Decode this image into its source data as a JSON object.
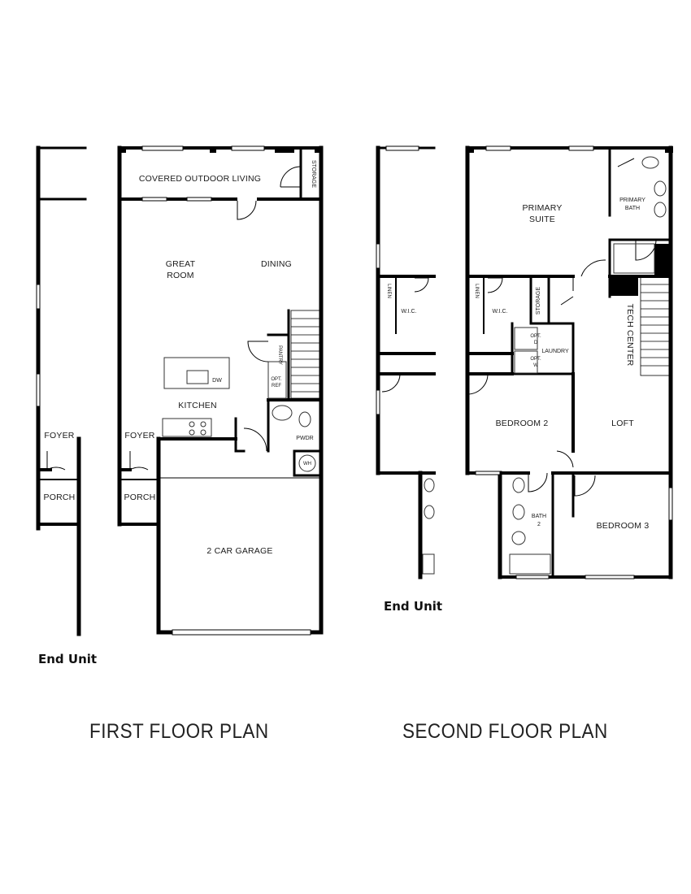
{
  "first_floor": {
    "title": "FIRST FLOOR PLAN",
    "end_unit_label": "End Unit",
    "rooms": {
      "covered_outdoor_living": "COVERED OUTDOOR LIVING",
      "storage": "STORAGE",
      "great_room_line1": "GREAT",
      "great_room_line2": "ROOM",
      "dining": "DINING",
      "pantry": "PANTRY",
      "opt_ref_line1": "OPT.",
      "opt_ref_line2": "REF",
      "dw": "DW",
      "kitchen": "KITCHEN",
      "foyer": "FOYER",
      "foyer_end_unit": "FOYER",
      "pwdr": "PWDR",
      "wh": "WH",
      "porch": "PORCH",
      "porch_end_unit": "PORCH",
      "garage": "2 CAR GARAGE"
    }
  },
  "second_floor": {
    "title": "SECOND FLOOR PLAN",
    "end_unit_label": "End Unit",
    "rooms": {
      "primary_suite_line1": "PRIMARY",
      "primary_suite_line2": "SUITE",
      "primary_bath_line1": "PRIMARY",
      "primary_bath_line2": "BATH",
      "linen": "LINEN",
      "linen_end_unit": "LINEN",
      "wic": "W.I.C.",
      "wic_end_unit": "W.I.C.",
      "storage": "STORAGE",
      "opt_d_line1": "OPT.",
      "opt_d_line2": "D",
      "opt_w_line1": "OPT.",
      "opt_w_line2": "W",
      "laundry": "LAUNDRY",
      "tech_center": "TECH CENTER",
      "bedroom2": "BEDROOM 2",
      "loft": "LOFT",
      "bath2_line1": "BATH",
      "bath2_line2": "2",
      "bedroom3": "BEDROOM 3"
    }
  },
  "colors": {
    "wall": "#000000",
    "fixture": "#333333",
    "background": "#ffffff"
  }
}
